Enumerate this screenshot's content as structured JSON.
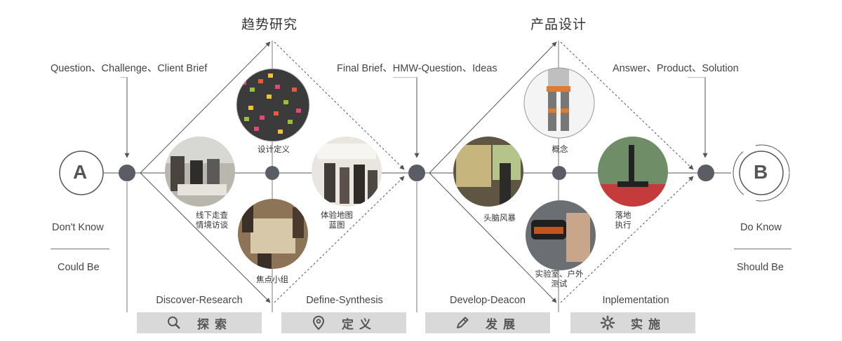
{
  "phases": [
    {
      "title": "趋势研究"
    },
    {
      "title": "产品设计"
    }
  ],
  "briefs": [
    "Question、Challenge、Client Brief",
    "Final Brief、HMW-Question、Ideas",
    "Answer、Product、Solution"
  ],
  "start": {
    "letter": "A",
    "top": "Don't Know",
    "bottom": "Could Be"
  },
  "end": {
    "letter": "B",
    "top": "Do Know",
    "bottom": "Should Be"
  },
  "captions": [
    {
      "lines": [
        "设计定义"
      ]
    },
    {
      "lines": [
        "线下走查",
        "情境访谈"
      ]
    },
    {
      "lines": [
        "焦点小组"
      ]
    },
    {
      "lines": [
        "体验地图",
        "蓝图"
      ]
    },
    {
      "lines": [
        "概念"
      ]
    },
    {
      "lines": [
        "头脑风暴"
      ]
    },
    {
      "lines": [
        "实验室、户外",
        "测试"
      ]
    },
    {
      "lines": [
        "落地",
        "执行"
      ]
    }
  ],
  "stages": [
    {
      "label": "Discover-Research",
      "button": "探索",
      "icon": "search-icon"
    },
    {
      "label": "Define-Synthesis",
      "button": "定义",
      "icon": "location-pin-icon"
    },
    {
      "label": "Develop-Deacon",
      "button": "发展",
      "icon": "pencil-icon"
    },
    {
      "label": "Inplementation",
      "button": "实施",
      "icon": "gear-icon"
    }
  ],
  "colors": {
    "node": "#5a5d63",
    "line": "#555555",
    "button_bg": "#d9d9d9"
  }
}
